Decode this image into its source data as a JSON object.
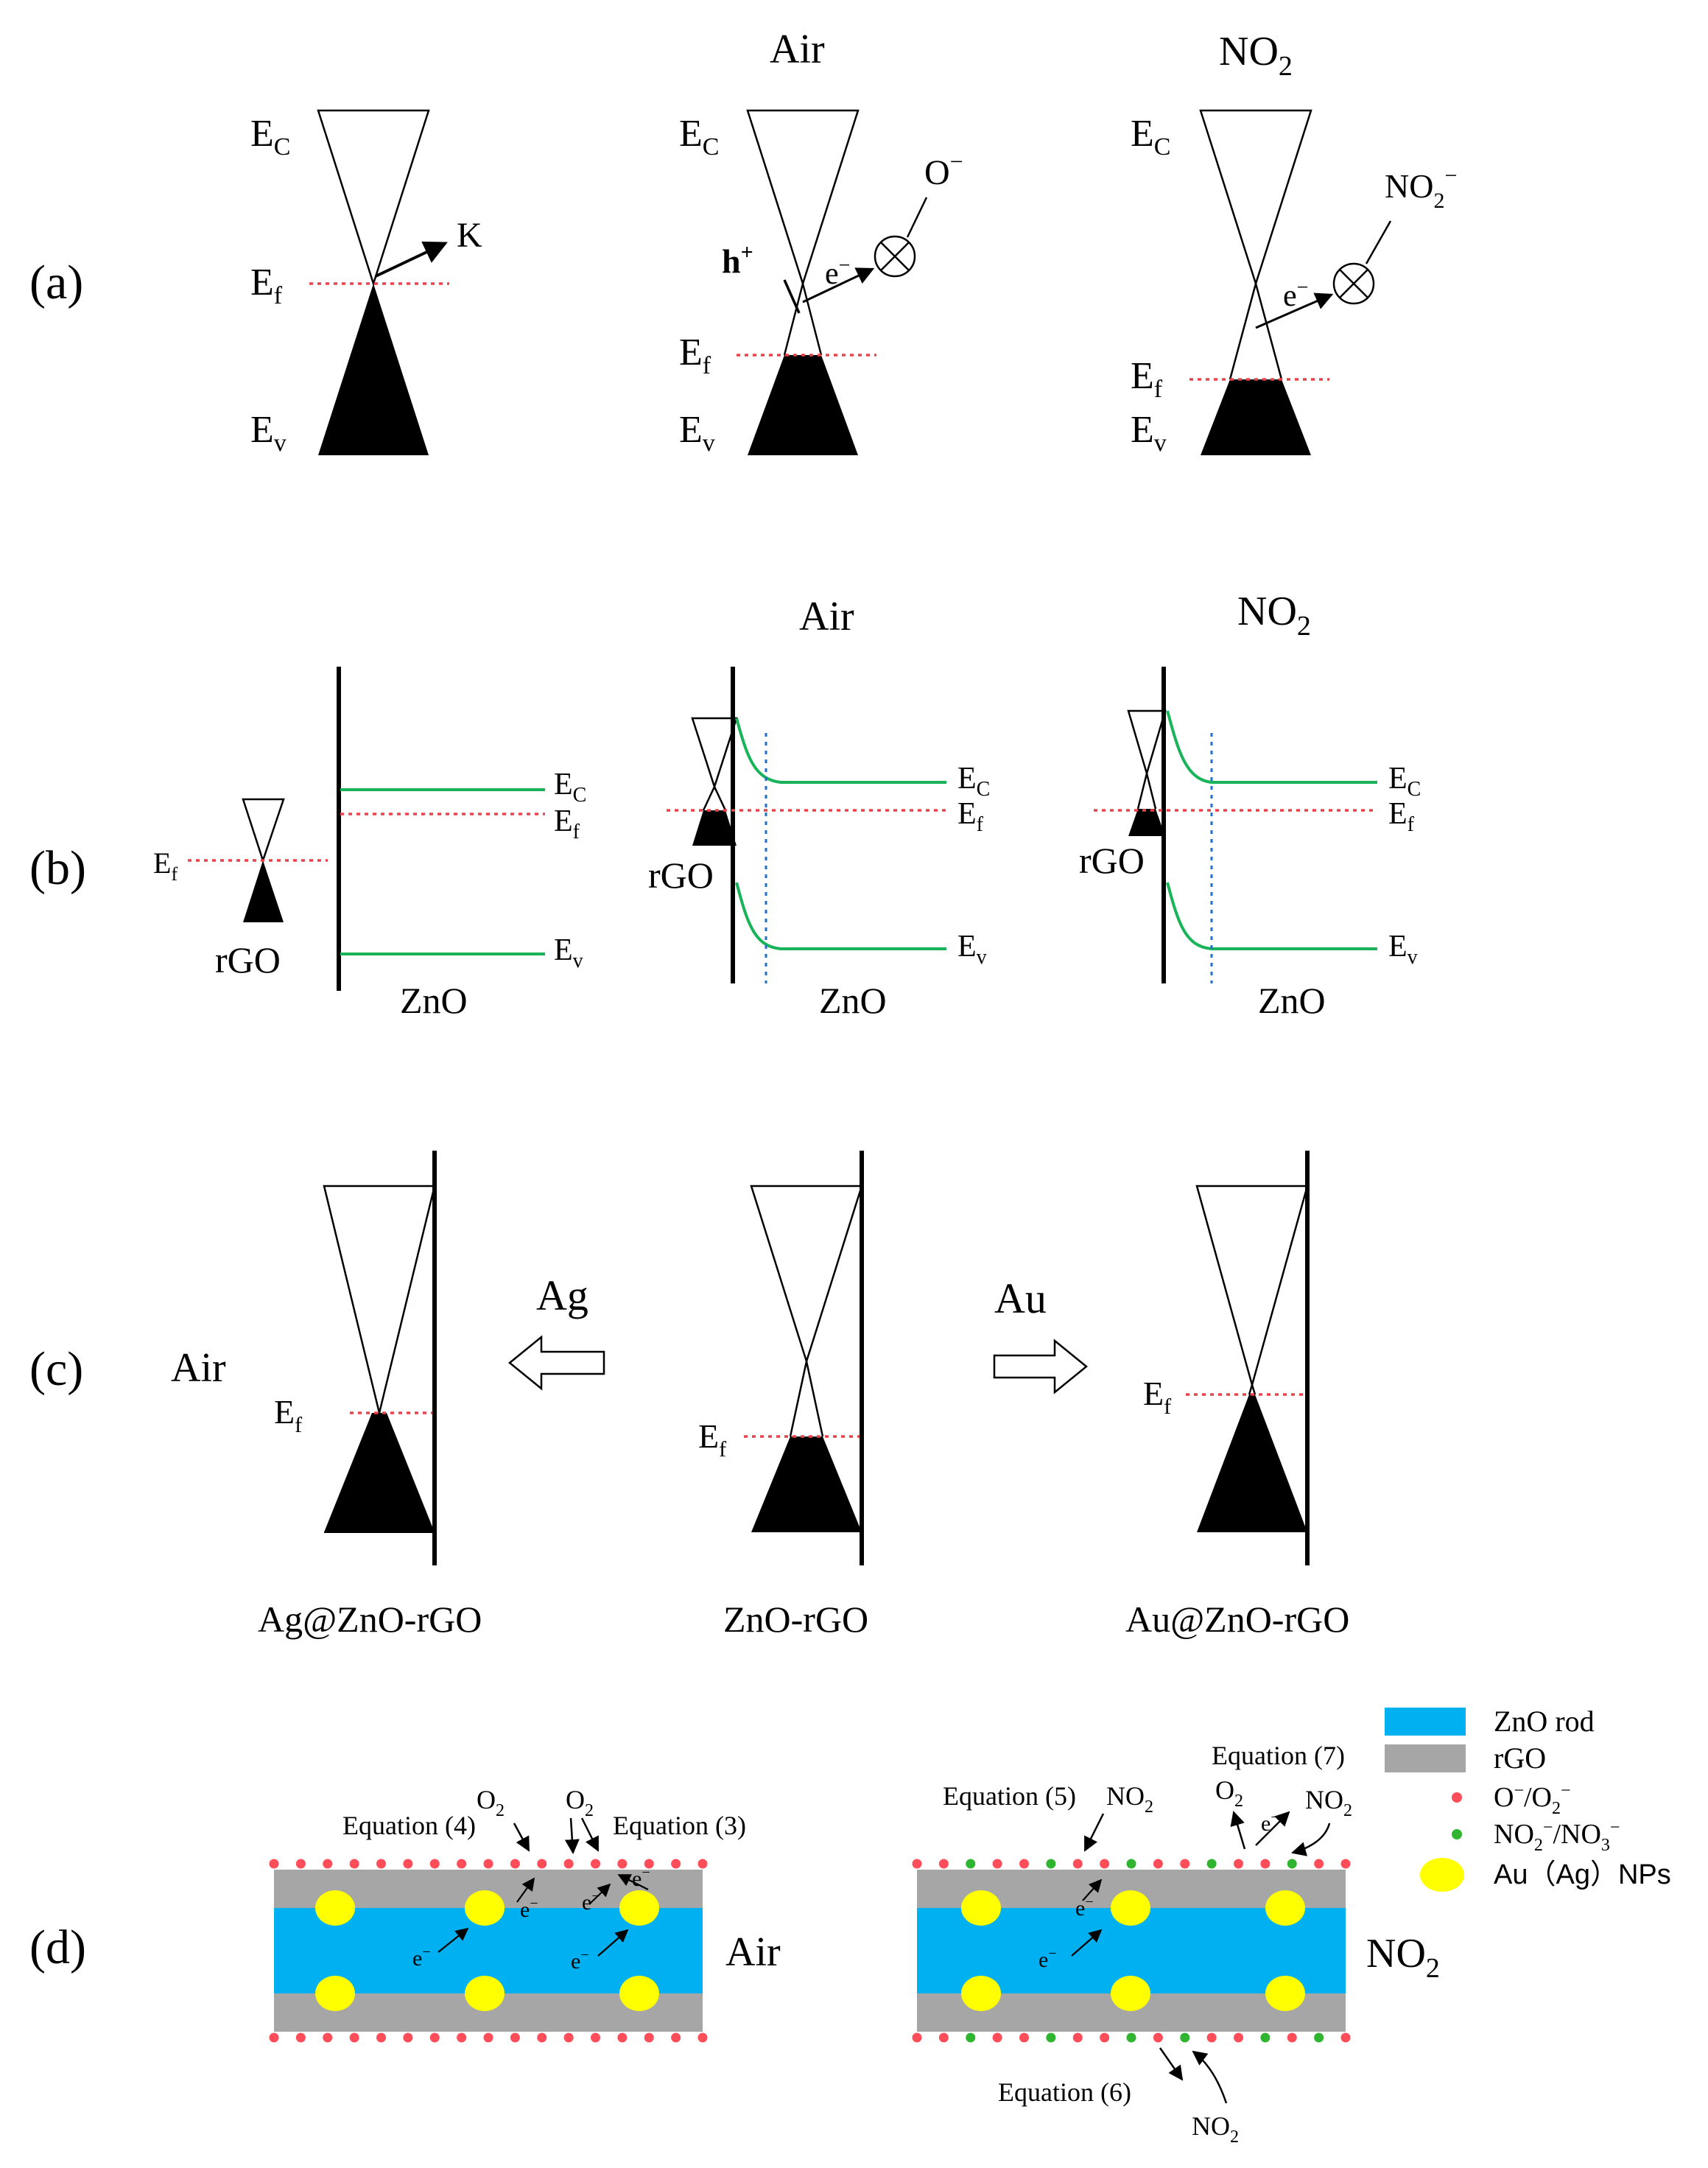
{
  "panel_labels": {
    "a": "(a)",
    "b": "(b)",
    "c": "(c)",
    "d": "(d)"
  },
  "colors": {
    "band_line": "#000000",
    "fermi_dotted": "#e8434b",
    "band_bending": "#19b45a",
    "depletion_edge": "#1f6fd1",
    "zno_rod": "#00b0f0",
    "rgo": "#a6a6a6",
    "nanoparticle": "#ffff00",
    "oxygen_ion": "#ff4d5a",
    "no2_ion": "#2fb52f"
  },
  "labels": {
    "ec": "E",
    "ec_sub": "C",
    "ef": "E",
    "ef_sub": "f",
    "ev": "E",
    "ev_sub": "v",
    "k": "K",
    "hplus": "h",
    "hplus_sup": "+",
    "eminus": "e",
    "eminus_sup": "−",
    "o_minus": "O",
    "o_minus_sup": "−",
    "no2_minus": "NO",
    "no2_minus_sub": "2",
    "no2_minus_sup": "−",
    "rgo": "rGO",
    "zno": "ZnO"
  },
  "conditions": {
    "air": "Air",
    "no2": "NO",
    "no2_sub": "2"
  },
  "panel_c": {
    "arrow_left_label": "Ag",
    "arrow_right_label": "Au",
    "air_label": "Air",
    "captions": [
      "Ag@ZnO-rGO",
      "ZnO-rGO",
      "Au@ZnO-rGO"
    ]
  },
  "panel_d": {
    "legend": {
      "zno_rod": "ZnO rod",
      "rgo": "rGO",
      "ions_o": "O",
      "ions_o_sup": "−",
      "ions_o2": "/O",
      "ions_o2_sub": "2",
      "ions_o2_sup": "−",
      "ions_no2": "NO",
      "ions_no2_sub": "2",
      "ions_no2_sup": "−",
      "ions_no3": "/NO",
      "ions_no3_sub": "3",
      "ions_no3_sup": "−",
      "nps": "Au（Ag）NPs"
    },
    "left": {
      "eq4": "Equation (4)",
      "eq3": "Equation (3)",
      "o2": "O",
      "o2_sub": "2",
      "condition": "Air",
      "eminus": "e",
      "eminus_sup": "−"
    },
    "right": {
      "eq5": "Equation (5)",
      "eq7": "Equation (7)",
      "eq6": "Equation (6)",
      "no2": "NO",
      "no2_sub": "2",
      "o2": "O",
      "o2_sub": "2",
      "condition": "NO",
      "condition_sub": "2",
      "eminus": "e",
      "eminus_sup": "−"
    }
  }
}
